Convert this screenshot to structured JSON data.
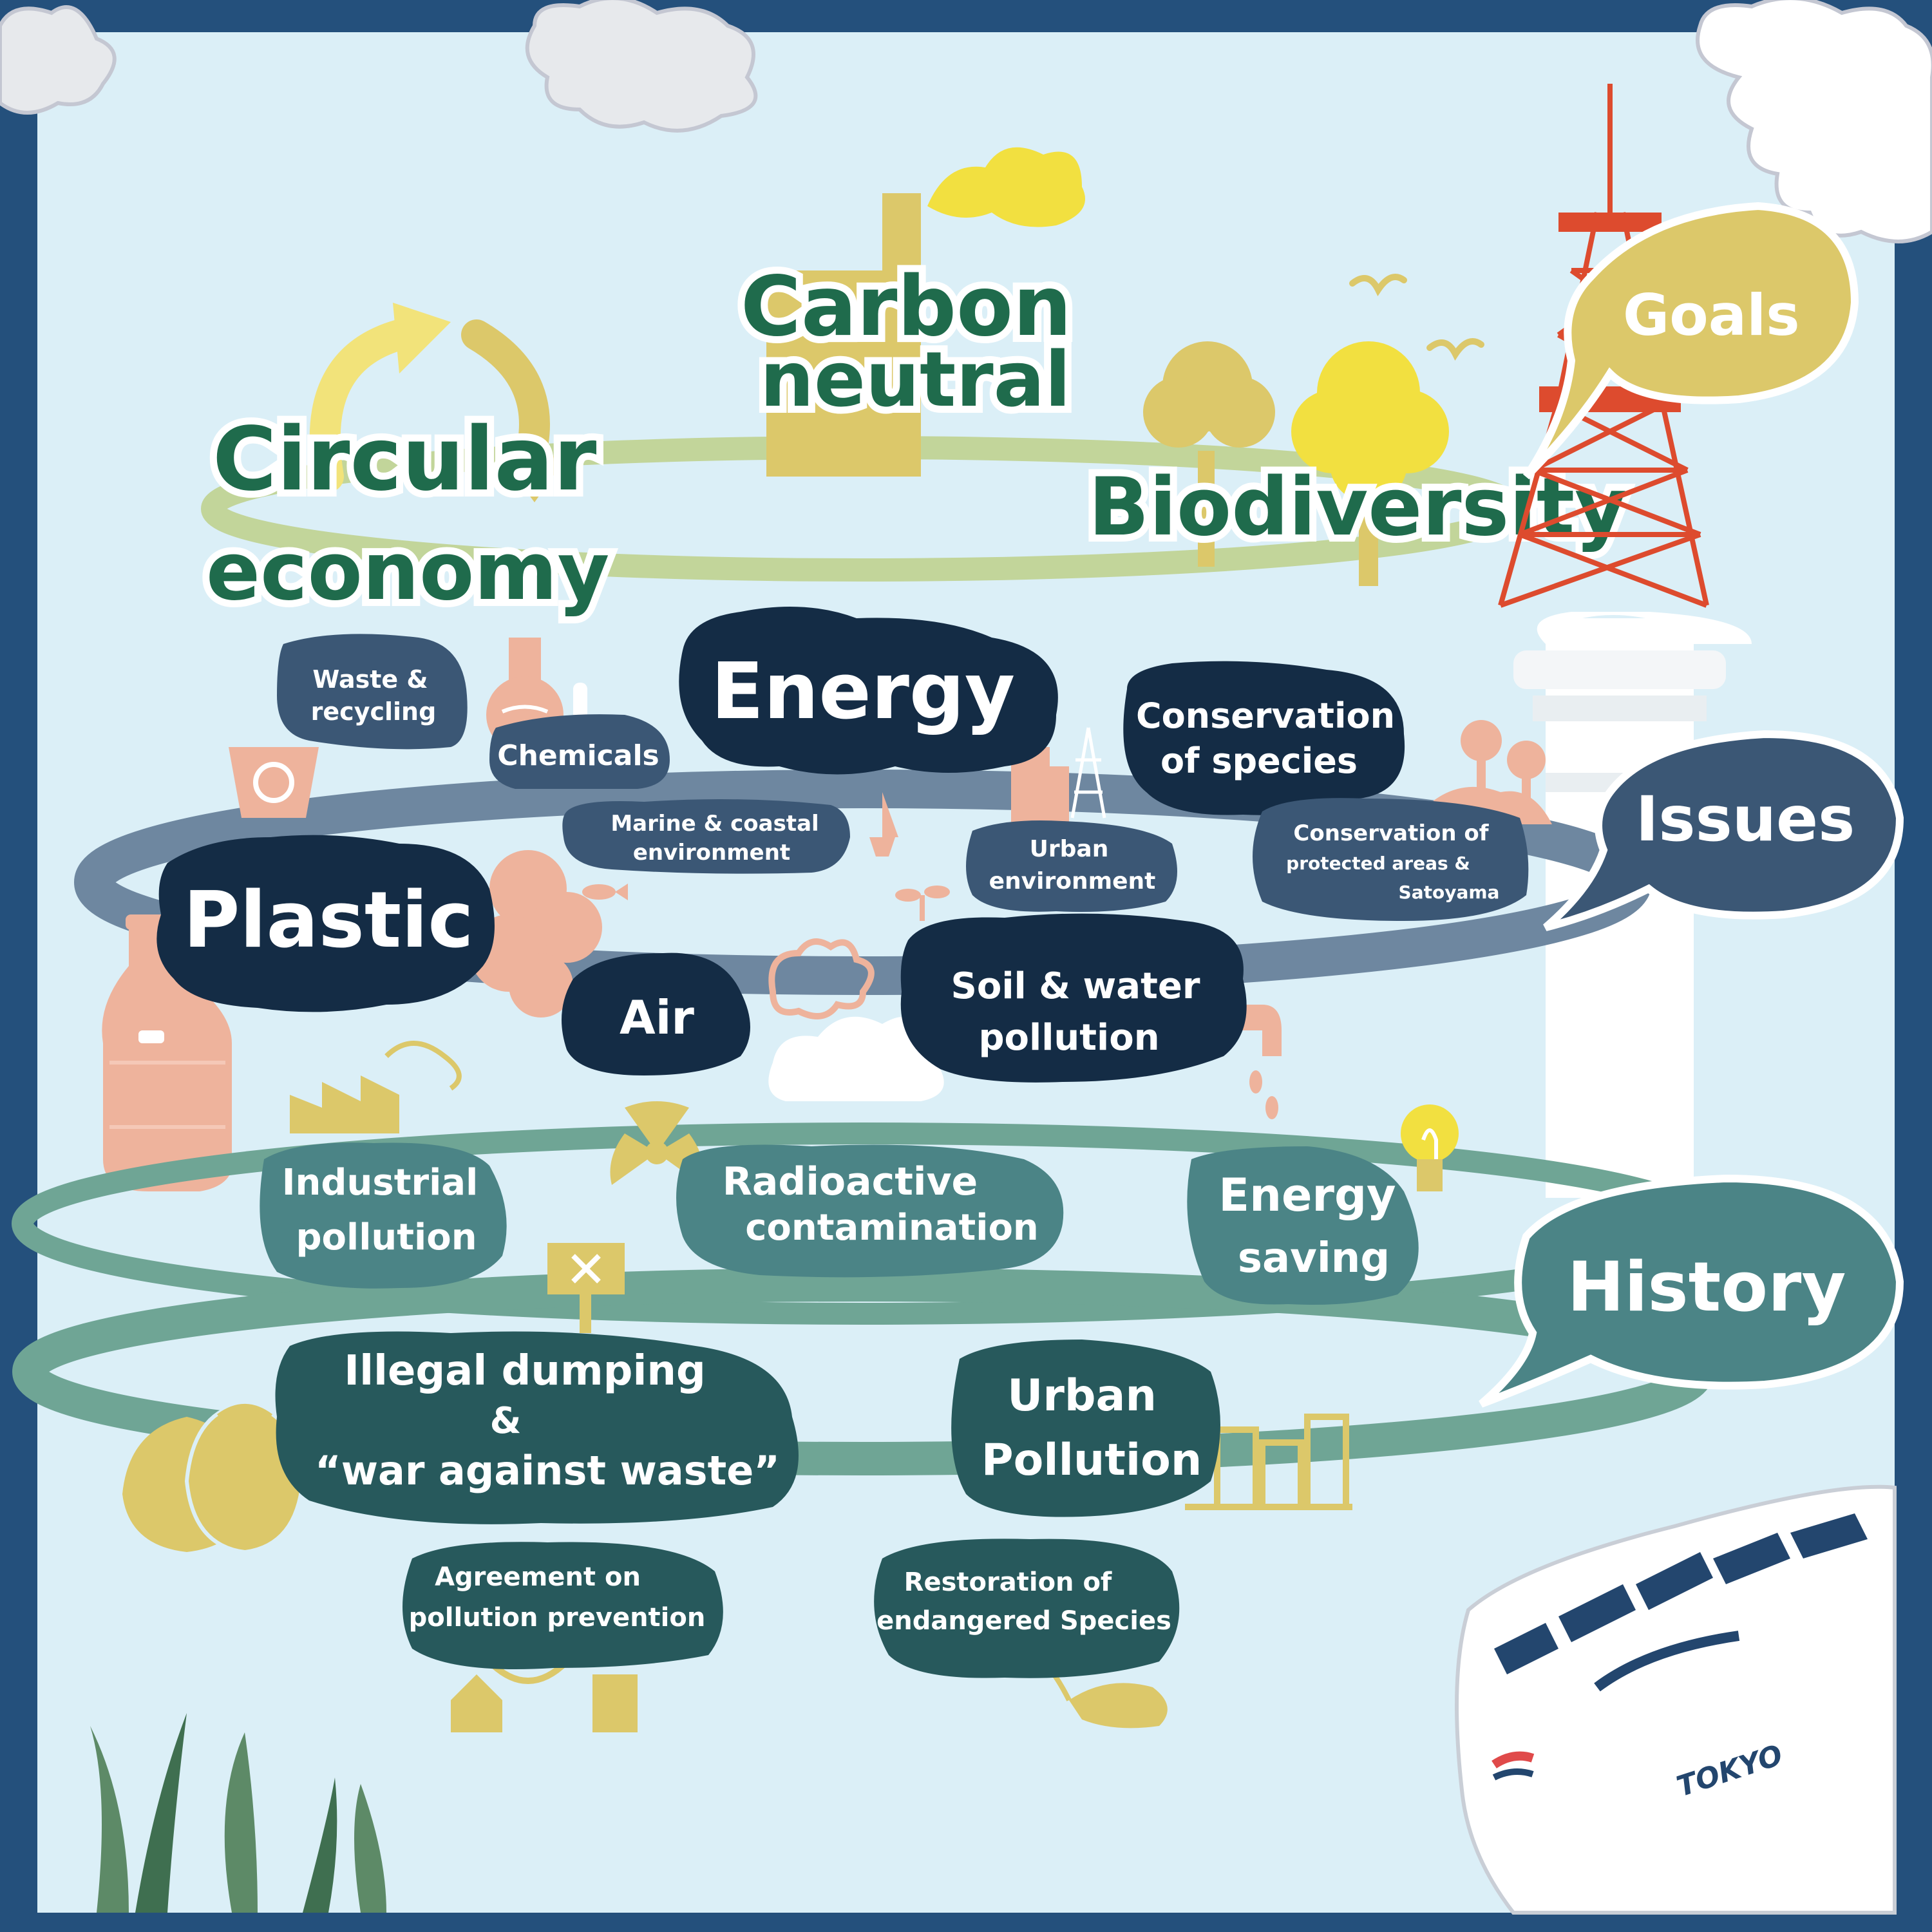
{
  "goals": {
    "circular_economy": [
      "Circular",
      "economy"
    ],
    "carbon_neutral": [
      "Carbon",
      "neutral"
    ],
    "biodiversity": [
      "Biodiversity"
    ]
  },
  "callouts": {
    "goals": "Goals",
    "issues": "Issues",
    "history": "History"
  },
  "issues": {
    "waste_recycling": [
      "Waste &",
      "recycling"
    ],
    "chemicals": [
      "Chemicals"
    ],
    "energy": [
      "Energy"
    ],
    "conservation_species": [
      "Conservation",
      "of species"
    ],
    "marine_coastal": [
      "Marine & coastal",
      "environment"
    ],
    "urban_environment": [
      "Urban",
      "environment"
    ],
    "protected_areas": [
      "Conservation of",
      "protected areas &",
      "Satoyama"
    ],
    "plastic": [
      "Plastic"
    ],
    "air": [
      "Air"
    ],
    "soil_water": [
      "Soil & water",
      "pollution"
    ]
  },
  "history": {
    "industrial_pollution": [
      "Industrial",
      "pollution"
    ],
    "radioactive": [
      "Radioactive",
      "contamination"
    ],
    "energy_saving": [
      "Energy",
      "saving"
    ],
    "illegal_dumping": [
      "Illegal dumping",
      "&",
      "“war against waste”"
    ],
    "urban_pollution": [
      "Urban",
      "Pollution"
    ],
    "agreement": [
      "Agreement on",
      "pollution prevention"
    ],
    "restoration": [
      "Restoration of",
      "endangered Species"
    ]
  },
  "train_logo": "TOKYO",
  "colors": {
    "sky": "#dbeff7",
    "frame": "#24507c",
    "goal_green": "#1f6b4c",
    "goal_ring": "#c2d59a",
    "issue_navy": "#142c45",
    "issue_slate": "#3b5775",
    "issue_ring": "#6e87a0",
    "history_teal": "#4b8486",
    "history_dark": "#27595c",
    "history_ring": "#6fa595",
    "yellow": "#dcc86a",
    "peach": "#eeb39c",
    "tower_red": "#dd4b2e"
  }
}
